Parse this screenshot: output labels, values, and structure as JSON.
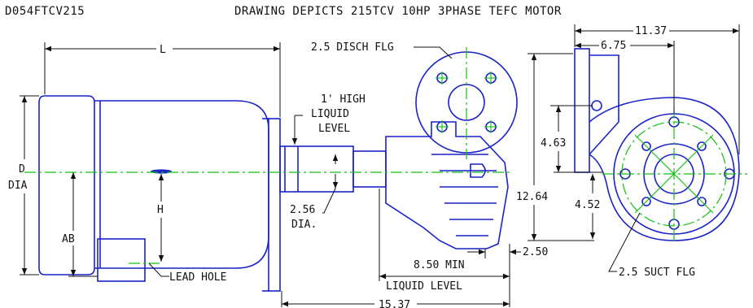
{
  "header": {
    "part_number": "D054FTCV215",
    "description": "DRAWING DEPICTS 215TCV 10HP 3PHASE TEFC MOTOR"
  },
  "labels": {
    "L": "L",
    "D": "D",
    "DIA": "DIA",
    "AB": "AB",
    "H": "H",
    "lead_hole": "LEAD HOLE",
    "disch_flg": "2.5 DISCH FLG",
    "liquid_level_1": "1' HIGH",
    "liquid_level_2": "LIQUID",
    "liquid_level_3": "LEVEL",
    "shaft_dia_value": "2.56",
    "shaft_dia_unit": "DIA.",
    "min_liquid_1": "8.50 MIN",
    "min_liquid_2": "LIQUID LEVEL",
    "overall_length": "15.37",
    "dim_2_50": "2.50",
    "dim_12_64": "12.64",
    "dim_4_63": "4.63",
    "dim_4_52": "4.52",
    "dim_11_37": "11.37",
    "dim_6_75": "6.75",
    "suct_flg": "2.5 SUCT FLG"
  },
  "colors": {
    "outline": "#1a22c8",
    "centerline": "#10c010",
    "dimension": "#111111"
  }
}
